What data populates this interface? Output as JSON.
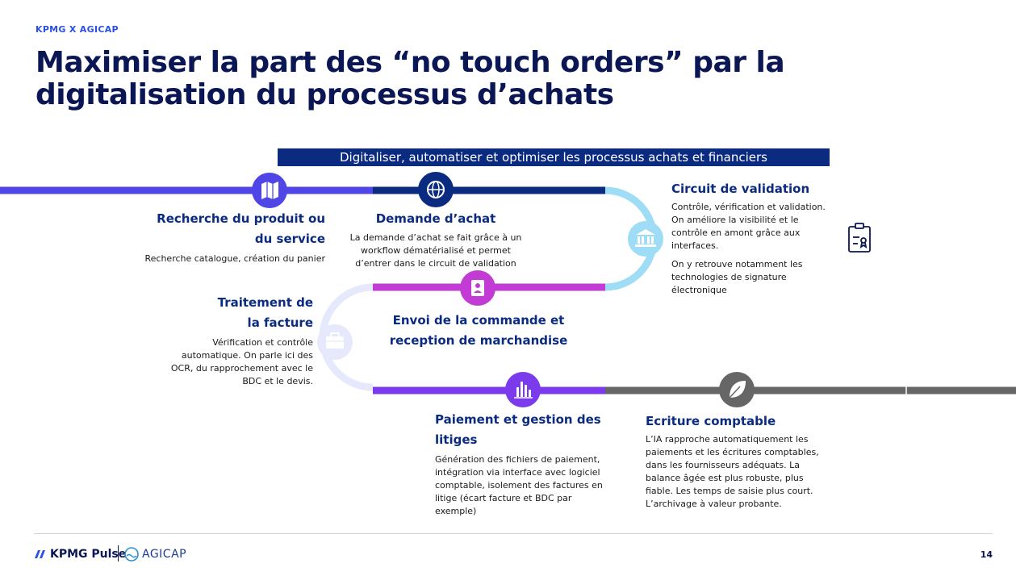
{
  "header": {
    "kicker": "KPMG X AGICAP",
    "title": "Maximiser la part des “no touch orders” par la digitalisation du processus d’achats"
  },
  "banner": "Digitaliser, automatiser et optimiser les processus achats et financiers",
  "steps": [
    {
      "title_line1": "Recherche du produit ou",
      "title_line2": "du service",
      "description": "Recherche catalogue, création du panier",
      "icon": "map-icon"
    },
    {
      "title": "Demande d’achat",
      "description": "La demande d’achat se fait grâce à un workflow dématérialisé et permet d’entrer dans le circuit de validation",
      "icon": "globe-icon"
    },
    {
      "title": "Circuit de validation",
      "description1": "Contrôle, vérification et validation. On améliore la visibilité et le contrôle en amont grâce aux interfaces.",
      "description2": "On y retrouve notamment les technologies de signature électronique",
      "icon": "bank-icon"
    },
    {
      "title": "Envoi de la commande et reception de marchandise",
      "icon": "contact-card-icon"
    },
    {
      "title_line1": "Traitement de",
      "title_line2": "la facture",
      "description": "Vérification et contrôle automatique. On parle ici des OCR, du rapprochement avec le BDC et le devis.",
      "icon": "briefcase-icon"
    },
    {
      "title": "Paiement et gestion des litiges",
      "description": "Génération des fichiers de paiement, intégration via interface avec logiciel comptable, isolement des factures en litige (écart facture et BDC par exemple)",
      "icon": "chart-icon"
    },
    {
      "title": "Ecriture comptable",
      "description": "L’IA rapproche automatiquement les paiements et les écritures comptables, dans les fournisseurs adéquats. La balance âgée est plus robuste, plus fiable. Les temps de saisie plus court. L’archivage à valeur probante.",
      "icon": "leaf-icon"
    }
  ],
  "side_icon": "clipboard-icon",
  "colors": {
    "title": "#0b1655",
    "kicker": "#2a50e6",
    "banner": "#0b2b80",
    "path_purple_blue": "#4f46e5",
    "path_navy": "#0b2b80",
    "path_light_blue": "#9fdcf6",
    "path_magenta": "#c23bd4",
    "path_lilac": "#e6e9fb",
    "path_violet": "#7c3aed",
    "path_grey": "#666666"
  },
  "footer": {
    "brand_kpmg": "KPMG Pulse",
    "brand_agicap": "AGICAP",
    "page_number": "14"
  }
}
